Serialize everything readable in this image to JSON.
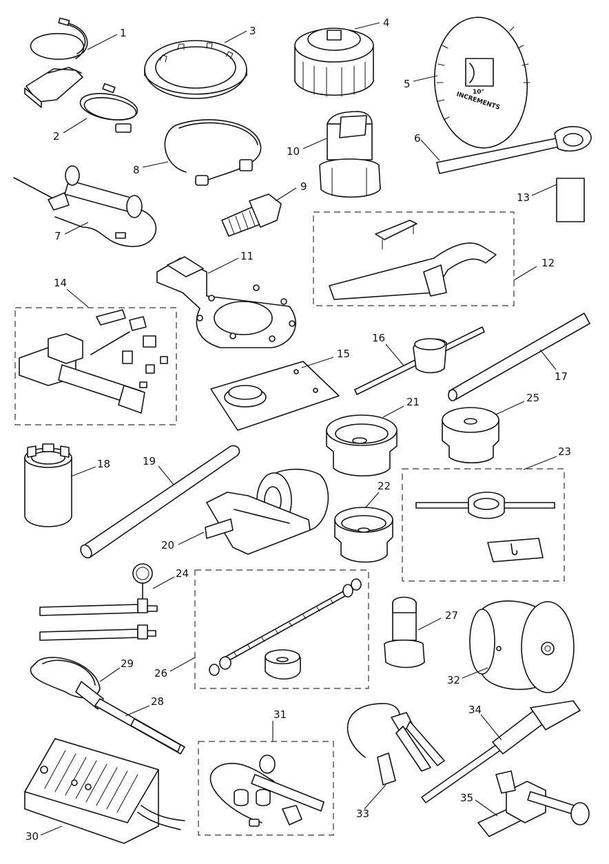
{
  "callouts": [
    "1",
    "2",
    "3",
    "4",
    "5",
    "6",
    "7",
    "8",
    "9",
    "10",
    "11",
    "12",
    "13",
    "14",
    "15",
    "16",
    "17",
    "18",
    "19",
    "20",
    "21",
    "22",
    "23",
    "24",
    "25",
    "26",
    "27",
    "28",
    "29",
    "30",
    "31",
    "32",
    "33",
    "34",
    "35"
  ],
  "dial_text": {
    "degrees": "10°",
    "increments": "INCREMENTS"
  }
}
